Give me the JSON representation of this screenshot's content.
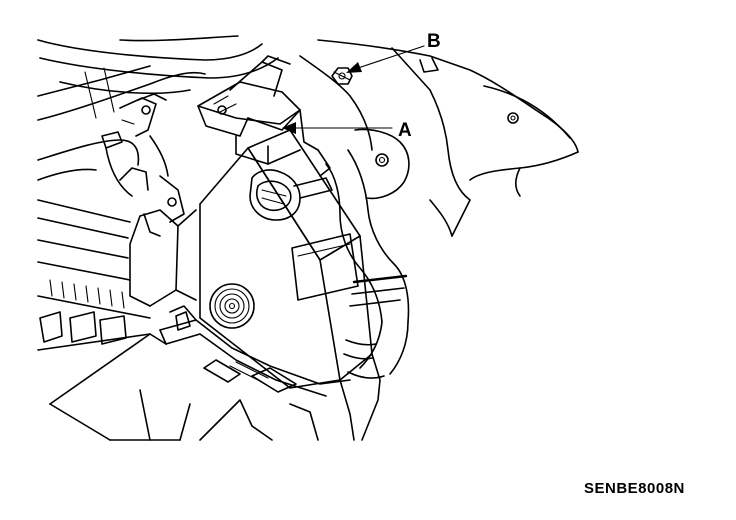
{
  "callouts": {
    "a": {
      "letter": "A"
    },
    "b": {
      "letter": "B"
    }
  },
  "figure_code": "SENBE8008N",
  "colors": {
    "line": "#000000",
    "background": "#ffffff",
    "fill": "#ffffff"
  }
}
